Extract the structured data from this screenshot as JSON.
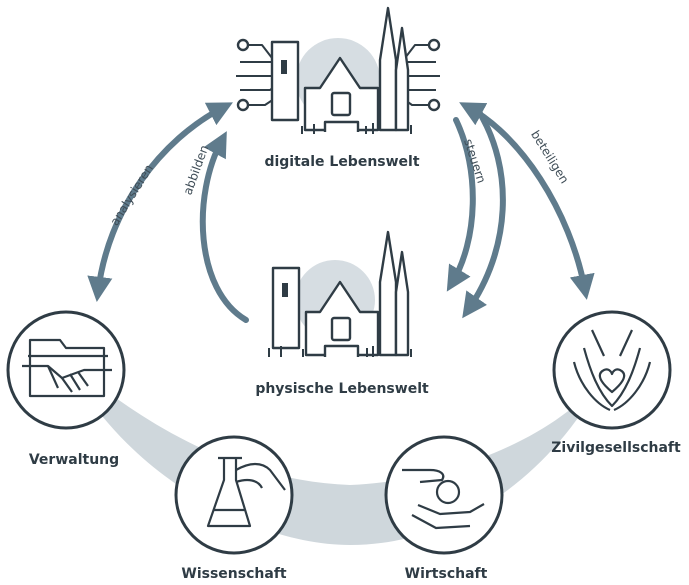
{
  "colors": {
    "ink": "#2f3c45",
    "arrow": "#5f7b8c",
    "band": "#cfd7dc",
    "halo": "#d6dde2"
  },
  "worlds": {
    "digital": "digitale Lebenswelt",
    "physical": "physische Lebenswelt"
  },
  "arrows": {
    "analysieren": "analysieren",
    "abbilden": "abbilden",
    "steuern": "steuern",
    "beteiligen": "beteiligen"
  },
  "sectors": [
    {
      "label": "Verwaltung",
      "icon": "handshake-folder-icon"
    },
    {
      "label": "Wissenschaft",
      "icon": "flask-hand-icon"
    },
    {
      "label": "Wirtschaft",
      "icon": "coin-hands-icon"
    },
    {
      "label": "Zivilgesellschaft",
      "icon": "heart-hands-icon"
    }
  ]
}
